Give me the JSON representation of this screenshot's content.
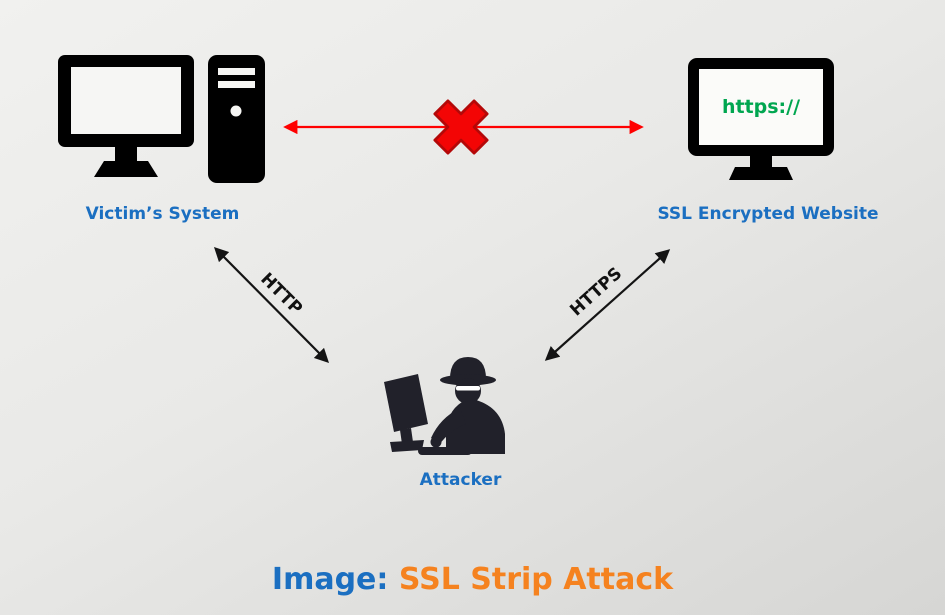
{
  "diagram": {
    "victim": {
      "label": "Victim’s System"
    },
    "website": {
      "label": "SSL Encrypted Website",
      "screen_text": "https://"
    },
    "attacker": {
      "label": "Attacker"
    },
    "edges": {
      "victim_attacker": "HTTP",
      "attacker_website": "HTTPS"
    },
    "caption": {
      "prefix": "Image:",
      "title": "SSL Strip Attack"
    },
    "colors": {
      "label_blue": "#1B6FC1",
      "caption_orange": "#F5821F",
      "blocked_red": "#FF0000",
      "https_green": "#00A650",
      "icon_black": "#000000"
    }
  }
}
